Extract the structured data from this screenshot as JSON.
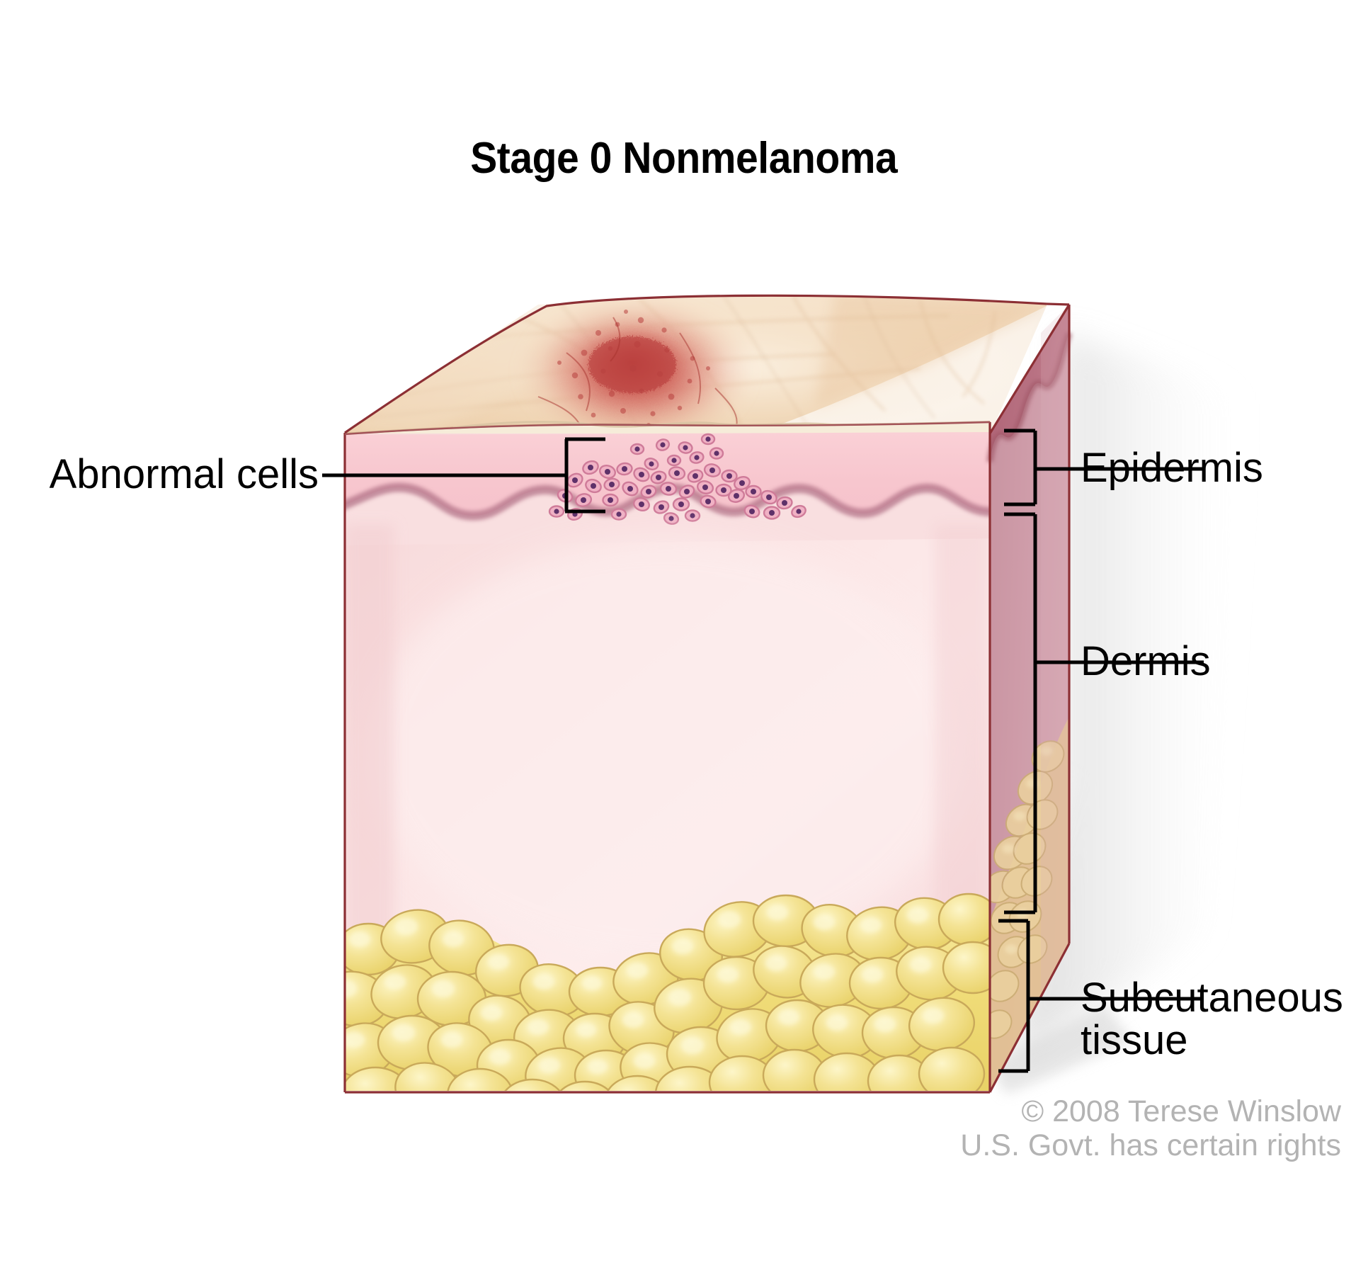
{
  "title": "Stage 0 Nonmelanoma",
  "labels": {
    "abnormal_cells": "Abnormal cells",
    "epidermis": "Epidermis",
    "dermis": "Dermis",
    "subcutaneous_line1": "Subcutaneous",
    "subcutaneous_line2": "tissue"
  },
  "credit": {
    "line1": "© 2008 Terese Winslow",
    "line2": "U.S. Govt. has certain rights"
  },
  "colors": {
    "background": "#ffffff",
    "skin_surface_light": "#f6e0c8",
    "skin_surface_mid": "#efd3b4",
    "lesion_red": "#cf5f57",
    "lesion_red_deep": "#b63c3a",
    "epidermis_front": "#f7c5ce",
    "epidermis_side": "#b5687a",
    "dermis_front": "#f9dfe0",
    "dermis_side": "#c8909e",
    "fat_yellow": "#f0dd7a",
    "fat_yellow_light": "#f8ecab",
    "fat_outline": "#c9a95a",
    "block_outline": "#8c2f34",
    "junction_wave": "#b5768a",
    "abnormal_cell_body": "#eda8bd",
    "abnormal_cell_nucleus": "#6b3b74",
    "leader_line": "#000000",
    "credit_gray": "#b3b3b3",
    "shadow": "#d9d9d9"
  },
  "figure": {
    "type": "medical-illustration",
    "subject": "cross-section block of skin showing stage 0 nonmelanoma (carcinoma in situ)",
    "layers": [
      {
        "name": "Epidermis",
        "position": "top",
        "note": "contains abnormal cells confined above the dermal junction"
      },
      {
        "name": "Dermis",
        "position": "middle"
      },
      {
        "name": "Subcutaneous tissue",
        "position": "bottom",
        "note": "yellow fat globules"
      }
    ],
    "annotations": [
      {
        "label": "Abnormal cells",
        "side": "left",
        "target": "cluster of abnormal cells in epidermis"
      },
      {
        "label": "Epidermis",
        "side": "right",
        "bracket": true
      },
      {
        "label": "Dermis",
        "side": "right",
        "bracket": true
      },
      {
        "label": "Subcutaneous tissue",
        "side": "right",
        "bracket": true
      }
    ]
  }
}
